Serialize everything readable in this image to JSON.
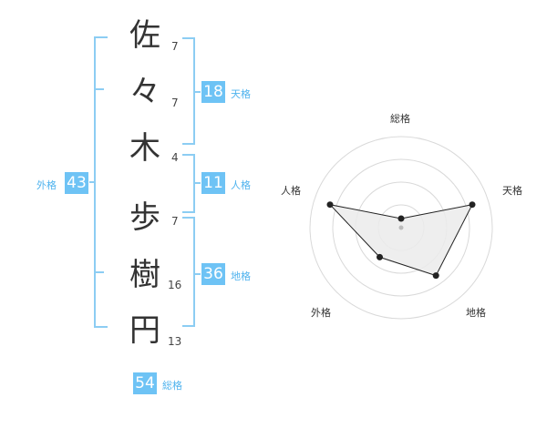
{
  "name": {
    "surname": [
      {
        "char": "佐",
        "strokes": "7"
      },
      {
        "char": "々",
        "strokes": "7"
      },
      {
        "char": "木",
        "strokes": "4"
      }
    ],
    "given": [
      {
        "char": "歩",
        "strokes": "7"
      },
      {
        "char": "樹",
        "strokes": "16"
      },
      {
        "char": "円",
        "strokes": "13"
      }
    ]
  },
  "fortune": {
    "tenkaku": {
      "label": "天格",
      "value": "18"
    },
    "jinkaku": {
      "label": "人格",
      "value": "11"
    },
    "chikaku": {
      "label": "地格",
      "value": "36"
    },
    "gaikaku": {
      "label": "外格",
      "value": "43"
    },
    "soukaku": {
      "label": "総格",
      "value": "54"
    }
  },
  "radar": {
    "axes": [
      {
        "label": "総格",
        "score": 0.1
      },
      {
        "label": "天格",
        "score": 0.82
      },
      {
        "label": "地格",
        "score": 0.65
      },
      {
        "label": "外格",
        "score": 0.4
      },
      {
        "label": "人格",
        "score": 0.82
      }
    ]
  },
  "colors": {
    "accent": "#6ec3f5",
    "accent_text": "#4fb3ee",
    "bracket": "#8ccdf3",
    "grid": "#d9d9d9",
    "fill": "#ebebeb",
    "line": "#222222"
  }
}
